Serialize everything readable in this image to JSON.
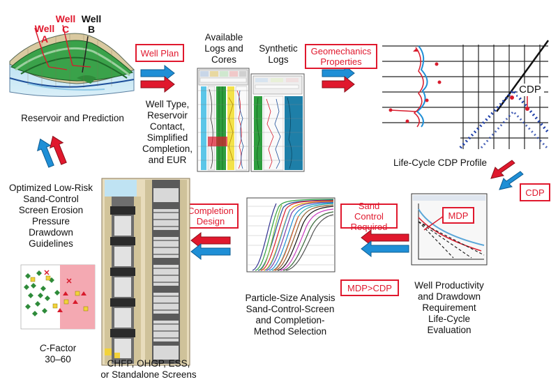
{
  "wells": {
    "a_label": "Well\nA",
    "c_label": "Well\nC",
    "b_label": "Well\nB"
  },
  "labels": {
    "reservoir_prediction": "Reservoir and Prediction",
    "well_type": "Well Type,\nReservoir\nContact,\nSimplified\nCompletion,\nand EUR",
    "available_logs": "Available\nLogs and\nCores",
    "synthetic_logs": "Synthetic\nLogs",
    "life_cycle_cdp": "Life-Cycle CDP Profile",
    "cdp_chart": "CDP",
    "optimized": "Optimized Low-Risk\nSand-Control\nScreen Erosion\nPressure\nDrawdown\nGuidelines",
    "particle_size": "Particle-Size Analysis\nSand-Control-Screen\nand Completion-\nMethod Selection",
    "well_productivity": "Well Productivity\nand Drawdown\nRequirement\nLife-Cycle\nEvaluation",
    "c_factor_italic": "C",
    "c_factor_rest": "-Factor",
    "c_factor_range": "30–60",
    "completions": "CHFP, OHGP, ESS,\nor Standalone Screens"
  },
  "boxes": {
    "well_plan": "Well Plan",
    "geomechanics": "Geomechanics\nProperties",
    "cdp": "CDP",
    "mdp": "MDP",
    "sand_control": "Sand Control\nRequired",
    "completion_design": "Completion\nDesign",
    "mdp_cdp": "MDP>CDP"
  },
  "colors": {
    "accent_red": "#e0182d",
    "arrow_blue": "#1f8fd6",
    "reservoir_green": "#2e9e3e",
    "dot_blue": "#1f3fa8"
  }
}
